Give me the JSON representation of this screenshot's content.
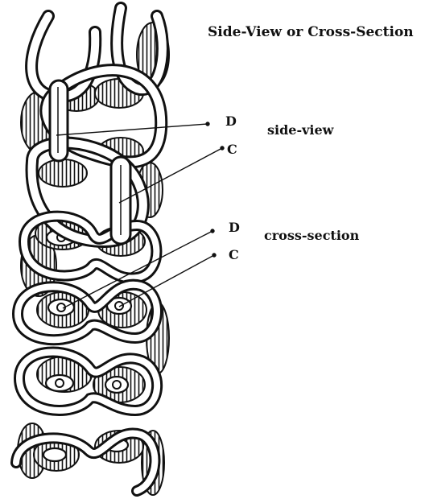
{
  "figure": {
    "title": "Side-View or Cross-Section",
    "labels": {
      "side_view_text": "side-view",
      "cross_section_text": "cross-section",
      "side_view_d": "D",
      "side_view_c": "C",
      "cross_section_d": "D",
      "cross_section_c": "C"
    },
    "colors": {
      "ink": "#111111",
      "paper": "#ffffff"
    }
  }
}
